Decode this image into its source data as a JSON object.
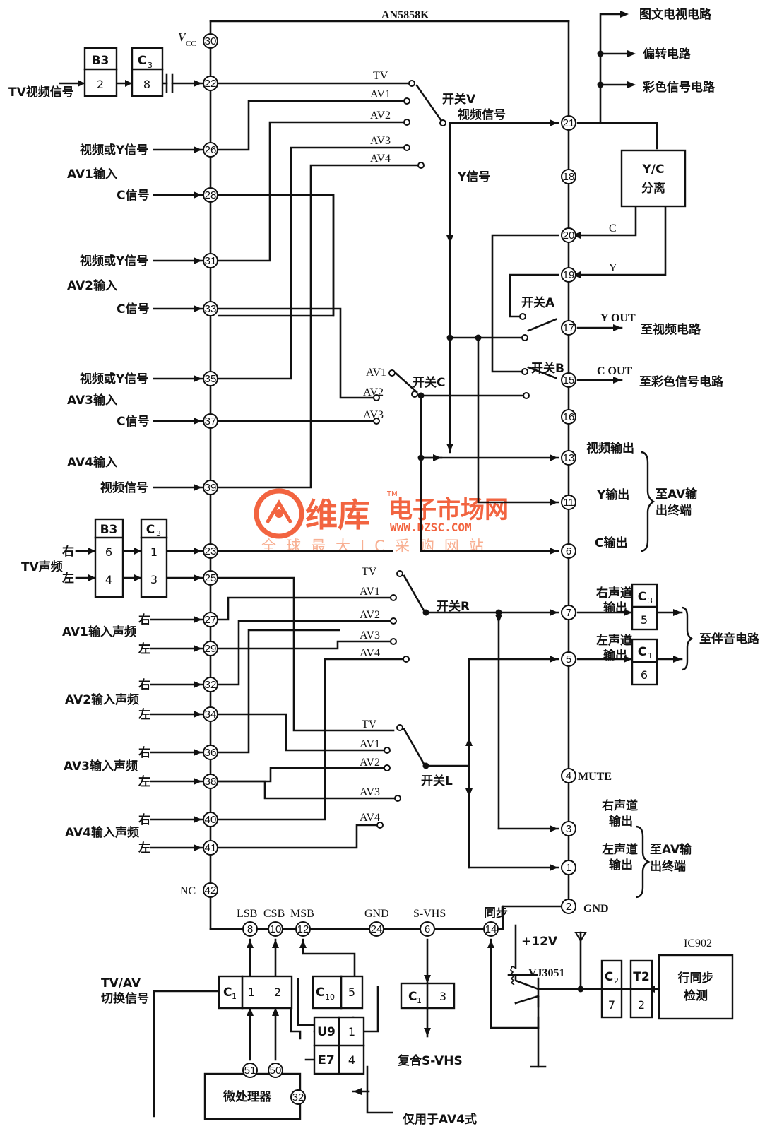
{
  "chip": "AN5858K",
  "vcc": "V",
  "vcc_sub": "CC",
  "pins": {
    "p30": "30",
    "p22": "22",
    "p26": "26",
    "p28": "28",
    "p31": "31",
    "p33": "33",
    "p35": "35",
    "p37": "37",
    "p39": "39",
    "p23": "23",
    "p25": "25",
    "p27": "27",
    "p29": "29",
    "p32": "32",
    "p34": "34",
    "p36": "36",
    "p38": "38",
    "p40": "40",
    "p41": "41",
    "p42": "42",
    "p21": "21",
    "p18": "18",
    "p20": "20",
    "p19": "19",
    "p17": "17",
    "p15": "15",
    "p16": "16",
    "p13": "13",
    "p11": "11",
    "p6": "6",
    "p7": "7",
    "p5": "5",
    "p4": "4",
    "p3": "3",
    "p1": "1",
    "p2": "2",
    "p8": "8",
    "p10": "10",
    "p12": "12",
    "p24": "24",
    "p6b": "6",
    "p14": "14",
    "p51": "51",
    "p50": "50",
    "p32b": "32"
  },
  "left_labels": {
    "tv_video": "TV视频信号",
    "av1_vy": "视频或Y信号",
    "av1_in": "AV1输入",
    "av1_c": "C信号",
    "av2_vy": "视频或Y信号",
    "av2_in": "AV2输入",
    "av2_c": "C信号",
    "av3_vy": "视频或Y信号",
    "av3_in": "AV3输入",
    "av3_c": "C信号",
    "av4_in": "AV4输入",
    "av4_v": "视频信号",
    "tv_audio": "TV声频",
    "right": "右",
    "left": "左",
    "av1_audio": "AV1输入声频",
    "av2_audio": "AV2输入声频",
    "av3_audio": "AV3输入声频",
    "av4_audio": "AV4输入声频",
    "nc": "NC"
  },
  "boxes": {
    "b3": "B3",
    "c3": "C",
    "c3s": "3",
    "b3_pin_v": "2",
    "c3_pin_v": "8",
    "b3_a": "6",
    "b3_b": "4",
    "c3_a": "1",
    "c3_b": "3",
    "yc1": "Y/C",
    "yc2": "分离",
    "rc3": "C",
    "rc3s": "3",
    "rc3p": "5",
    "rc1": "C",
    "rc1s": "1",
    "rc1p": "6",
    "c1": "C",
    "c1s": "1",
    "c1_a": "1",
    "c1_b": "2",
    "c10": "C",
    "c10s": "10",
    "c10_p": "5",
    "u9": "U9",
    "u9_p": "1",
    "e7": "E7",
    "e7_p": "4",
    "sc1": "C",
    "sc1s": "1",
    "sc1_p": "3",
    "c2": "C",
    "c2s": "2",
    "c2_p": "7",
    "t2": "T2",
    "t2_p": "2",
    "ic_t": "IC902",
    "ic_1": "行同步",
    "ic_2": "检测",
    "mpu": "微处理器"
  },
  "switch_labels": {
    "tv": "TV",
    "av1": "AV1",
    "av2": "AV2",
    "av3": "AV3",
    "av4": "AV4",
    "sw_v": "开关V",
    "video_sig": "视频信号",
    "y_sig": "Y信号",
    "sw_a": "开关A",
    "sw_b": "开关B",
    "sw_c": "开关C",
    "sw_r": "开关R",
    "sw_l": "开关L",
    "c": "C",
    "y": "Y"
  },
  "right_labels": {
    "teletext": "图文电视电路",
    "deflect": "偏转电路",
    "color": "彩色信号电路",
    "yout": "Y OUT",
    "to_video": "至视频电路",
    "cout": "C OUT",
    "to_color": "至彩色信号电路",
    "video_out": "视频输出",
    "y_out": "Y输出",
    "c_out": "C输出",
    "to_av1": "至AV输",
    "to_av2": "出终端",
    "r_ch1": "右声道",
    "r_ch2": "输出",
    "l_ch1": "左声道",
    "l_ch2": "输出",
    "to_sound": "至伴音电路",
    "mute": "MUTE",
    "r_ch_b1": "右声道",
    "r_ch_b2": "输出",
    "l_ch_b1": "左声道",
    "l_ch_b2": "输出",
    "to_av_b1": "至AV输",
    "to_av_b2": "出终端",
    "gnd": "GND"
  },
  "bottom_labels": {
    "lsb": "LSB",
    "csb": "CSB",
    "msb": "MSB",
    "gnd": "GND",
    "svhs": "S-VHS",
    "sync": "同步",
    "tvav1": "TV/AV",
    "tvav2": "切换信号",
    "comp": "复合S-VHS",
    "av4only": "仅用于AV4式",
    "v12": "+12V",
    "vj": "VJ3051"
  },
  "watermark": {
    "brand": "维库",
    "cn": "电子市场网",
    "url": "WWW.DZSC.COM",
    "tm": "TM",
    "slogan": "全球最大IC采购网站"
  }
}
